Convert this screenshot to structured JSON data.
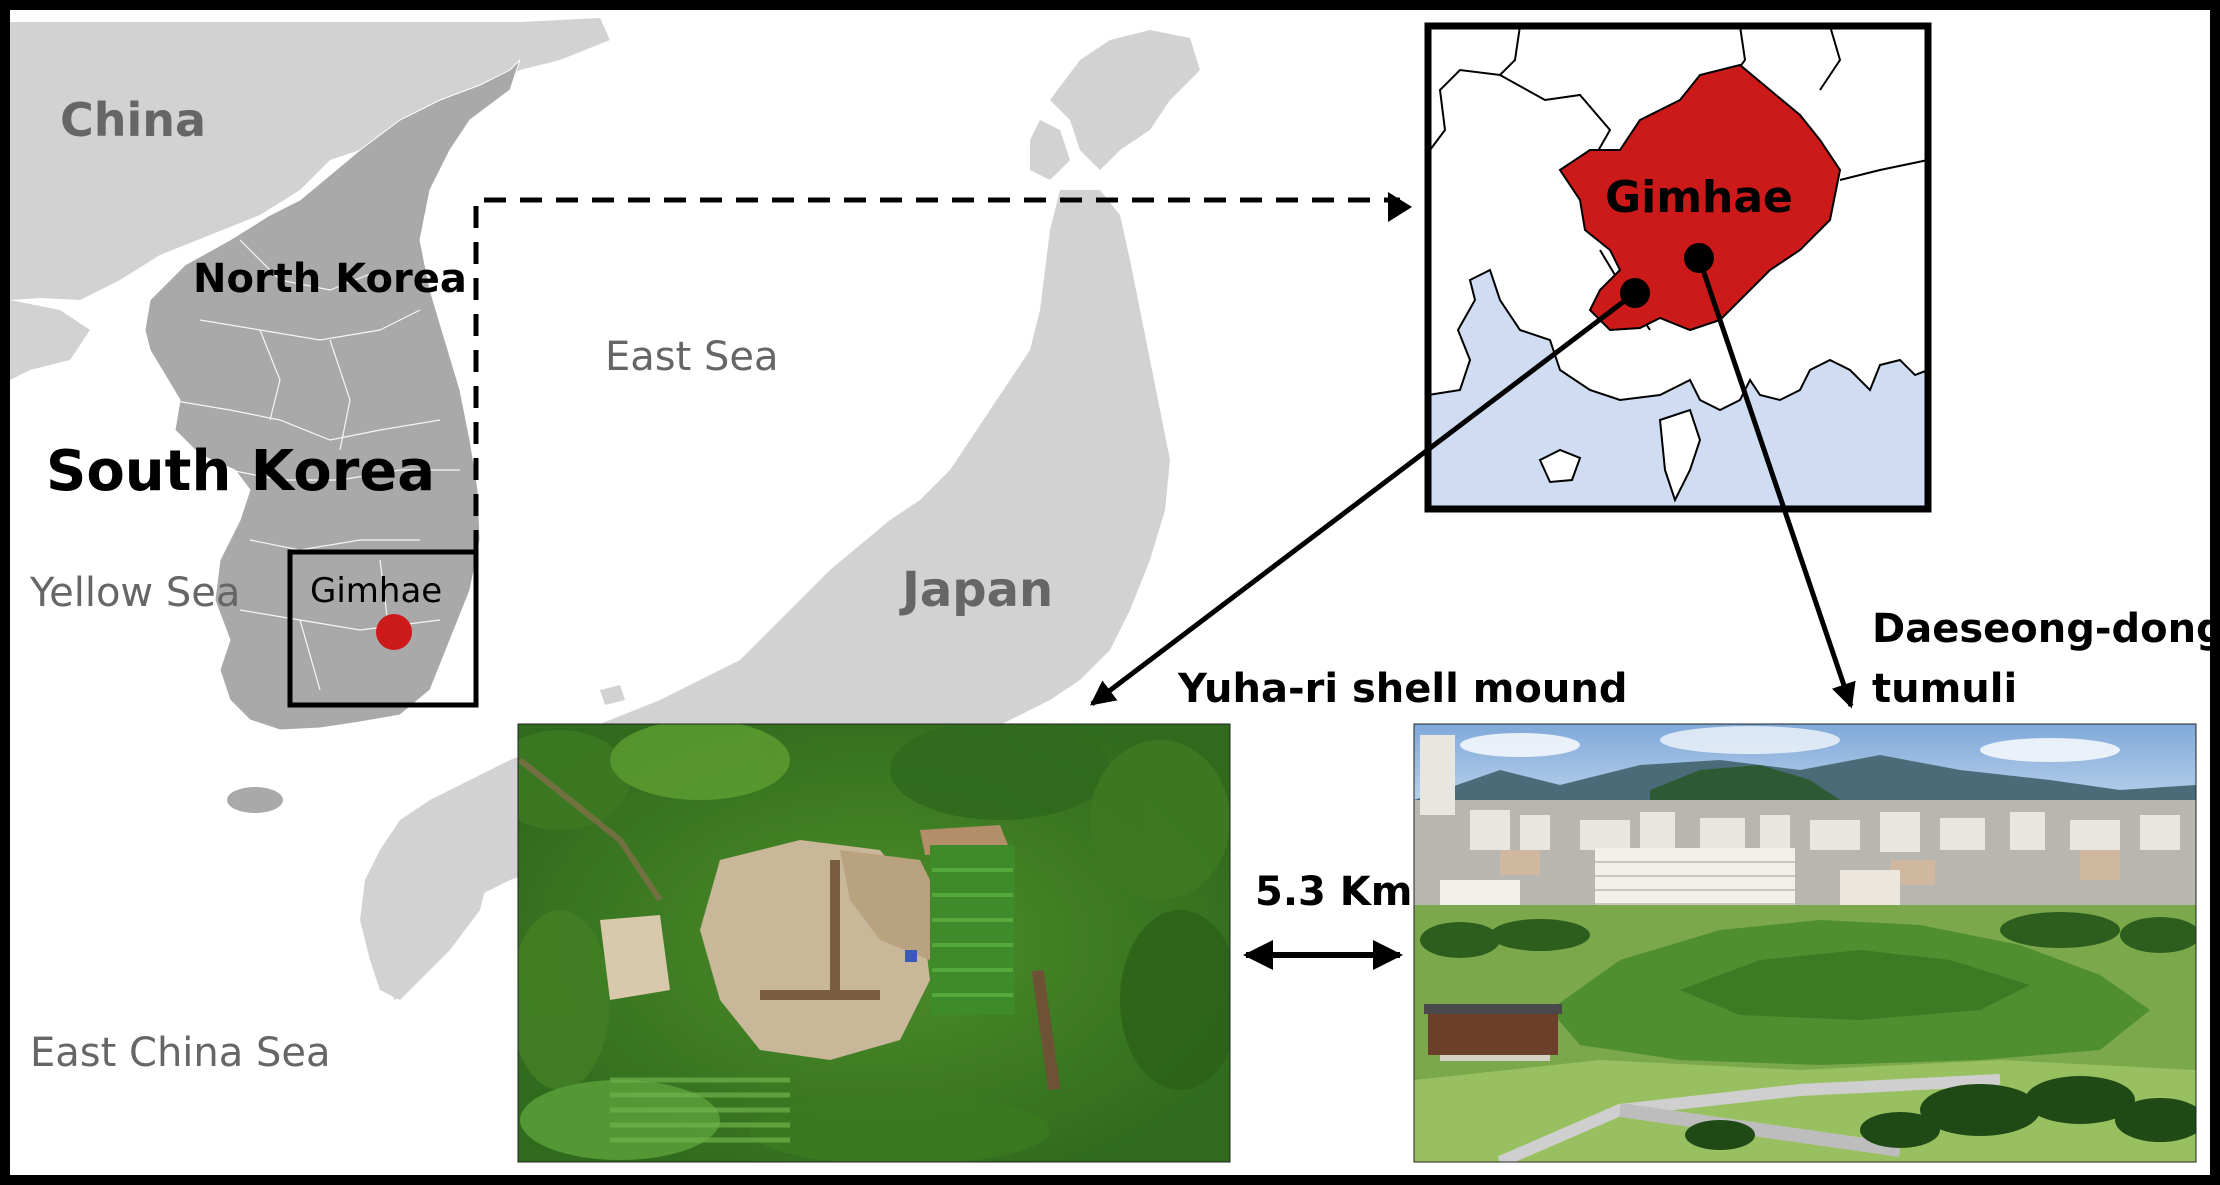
{
  "map": {
    "country_labels": {
      "china": "China",
      "north_korea": "North Korea",
      "south_korea": "South Korea",
      "japan": "Japan"
    },
    "sea_labels": {
      "east_sea": "East Sea",
      "yellow_sea": "Yellow Sea",
      "east_china_sea": "East China Sea"
    },
    "location_box_label": "Gimhae",
    "colors": {
      "land": "#d2d2d2",
      "korea_land": "#a9a9a9",
      "highlight": "#cc1a1a",
      "sea_inset": "#cfdcf2",
      "frame": "#000000",
      "muted_text": "#666666"
    }
  },
  "inset": {
    "region_label": "Gimhae"
  },
  "sites": {
    "yuha": {
      "label": "Yuha-ri shell mound"
    },
    "daeseong": {
      "label_line1": "Daeseong-dong",
      "label_line2": "tumuli"
    }
  },
  "distance": {
    "label": "5.3 Km"
  }
}
